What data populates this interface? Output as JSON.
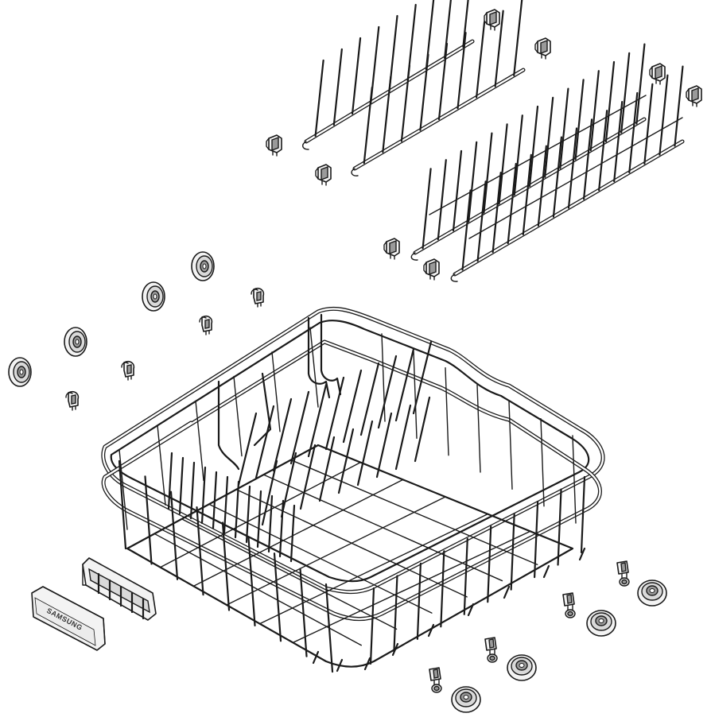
{
  "figure": {
    "type": "exploded-parts-diagram",
    "components": [
      {
        "name": "lower-dish-rack-basket"
      },
      {
        "name": "folding-tine-rack-upper-pair"
      },
      {
        "name": "folding-tine-rack-lower-pair"
      },
      {
        "name": "tine-rack-clips",
        "count": 8
      },
      {
        "name": "left-rack-rollers",
        "count": 4
      },
      {
        "name": "left-roller-clips",
        "count": 4
      },
      {
        "name": "right-rack-rollers",
        "count": 4
      },
      {
        "name": "right-roller-axles",
        "count": 4
      },
      {
        "name": "rack-handle-bracket"
      },
      {
        "name": "rack-handle-cover"
      }
    ]
  },
  "handle": {
    "brand_label": "SAMSUNG"
  },
  "colors": {
    "line": "#1a1a1a",
    "background": "#ffffff",
    "part_fill": "#f3f3f3"
  }
}
